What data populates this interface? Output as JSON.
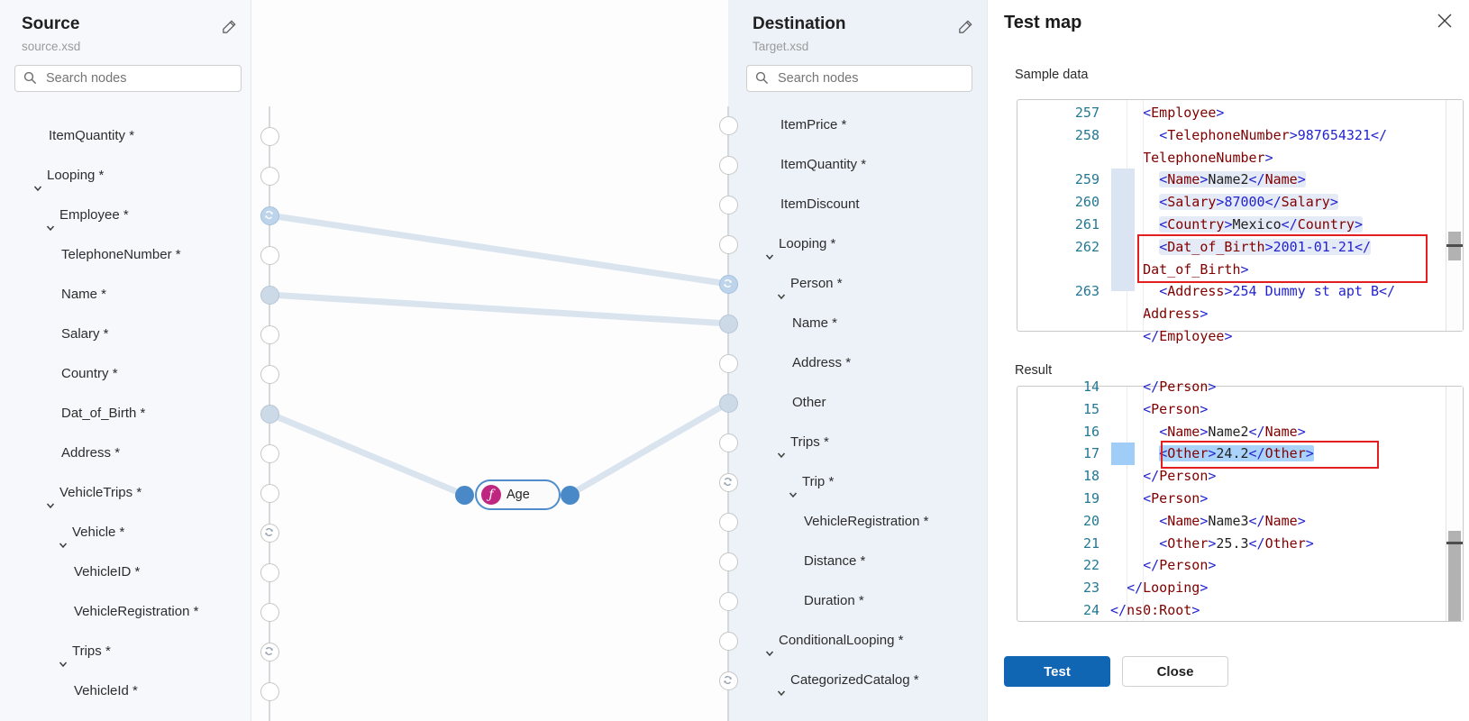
{
  "source_panel": {
    "title": "Source",
    "subtitle": "source.xsd",
    "search_placeholder": "Search nodes",
    "tree": [
      {
        "label": "ItemQuantity *",
        "level": 2,
        "leaf": true,
        "handle": "plain"
      },
      {
        "label": "Looping *",
        "level": 1,
        "leaf": false,
        "handle": "plain"
      },
      {
        "label": "Employee *",
        "level": 2,
        "leaf": false,
        "handle": "loop-active"
      },
      {
        "label": "TelephoneNumber *",
        "level": 3,
        "leaf": true,
        "handle": "plain"
      },
      {
        "label": "Name *",
        "level": 3,
        "leaf": true,
        "handle": "filled"
      },
      {
        "label": "Salary *",
        "level": 3,
        "leaf": true,
        "handle": "plain"
      },
      {
        "label": "Country *",
        "level": 3,
        "leaf": true,
        "handle": "plain"
      },
      {
        "label": "Dat_of_Birth *",
        "level": 3,
        "leaf": true,
        "handle": "filled"
      },
      {
        "label": "Address *",
        "level": 3,
        "leaf": true,
        "handle": "plain"
      },
      {
        "label": "VehicleTrips *",
        "level": 2,
        "leaf": false,
        "handle": "plain"
      },
      {
        "label": "Vehicle *",
        "level": 3,
        "leaf": false,
        "handle": "loop"
      },
      {
        "label": "VehicleID *",
        "level": 4,
        "leaf": true,
        "handle": "plain"
      },
      {
        "label": "VehicleRegistration *",
        "level": 4,
        "leaf": true,
        "handle": "plain"
      },
      {
        "label": "Trips *",
        "level": 3,
        "leaf": false,
        "handle": "loop"
      },
      {
        "label": "VehicleId *",
        "level": 4,
        "leaf": true,
        "handle": "plain"
      }
    ]
  },
  "destination_panel": {
    "title": "Destination",
    "subtitle": "Target.xsd",
    "search_placeholder": "Search nodes",
    "tree": [
      {
        "label": "ItemPrice *",
        "level": 2,
        "leaf": true,
        "handle": "plain"
      },
      {
        "label": "ItemQuantity *",
        "level": 2,
        "leaf": true,
        "handle": "plain"
      },
      {
        "label": "ItemDiscount",
        "level": 2,
        "leaf": true,
        "handle": "plain"
      },
      {
        "label": "Looping *",
        "level": 1,
        "leaf": false,
        "handle": "plain"
      },
      {
        "label": "Person *",
        "level": 2,
        "leaf": false,
        "handle": "loop-active"
      },
      {
        "label": "Name *",
        "level": 3,
        "leaf": true,
        "handle": "filled"
      },
      {
        "label": "Address *",
        "level": 3,
        "leaf": true,
        "handle": "plain"
      },
      {
        "label": "Other",
        "level": 3,
        "leaf": true,
        "handle": "filled"
      },
      {
        "label": "Trips *",
        "level": 2,
        "leaf": false,
        "handle": "plain"
      },
      {
        "label": "Trip *",
        "level": 3,
        "leaf": false,
        "handle": "loop"
      },
      {
        "label": "VehicleRegistration *",
        "level": 4,
        "leaf": true,
        "handle": "plain"
      },
      {
        "label": "Distance *",
        "level": 4,
        "leaf": true,
        "handle": "plain"
      },
      {
        "label": "Duration *",
        "level": 4,
        "leaf": true,
        "handle": "plain"
      },
      {
        "label": "ConditionalLooping *",
        "level": 1,
        "leaf": false,
        "handle": "plain"
      },
      {
        "label": "CategorizedCatalog *",
        "level": 2,
        "leaf": false,
        "handle": "loop"
      }
    ]
  },
  "canvas": {
    "function_node": {
      "label": "Age",
      "icon": "function-icon"
    },
    "connections": [
      {
        "from": "source:2",
        "to": "dest:4"
      },
      {
        "from": "source:4",
        "to": "dest:5"
      },
      {
        "from": "source:7",
        "to": "fn:left"
      },
      {
        "from": "fn:right",
        "to": "dest:7"
      }
    ]
  },
  "test_panel": {
    "title": "Test map",
    "sample_label": "Sample data",
    "result_label": "Result",
    "test_button": "Test",
    "close_button": "Close",
    "sample_editor": {
      "lines": [
        {
          "n": "257",
          "ind": 2,
          "seg": [
            [
              "d",
              "<"
            ],
            [
              "t",
              "Employee"
            ],
            [
              "d",
              ">"
            ]
          ]
        },
        {
          "n": "258",
          "ind": 3,
          "seg": [
            [
              "d",
              "<"
            ],
            [
              "t",
              "TelephoneNumber"
            ],
            [
              "d",
              ">"
            ],
            [
              "b",
              "987654321"
            ],
            [
              "d",
              "</"
            ]
          ]
        },
        {
          "n": "",
          "ind": 2,
          "seg": [
            [
              "t",
              "TelephoneNumber"
            ],
            [
              "d",
              ">"
            ]
          ]
        },
        {
          "n": "259",
          "ind": 3,
          "hl": 1,
          "seg": [
            [
              "d",
              "<"
            ],
            [
              "t",
              "Name"
            ],
            [
              "d",
              ">"
            ],
            [
              "v",
              "Name2"
            ],
            [
              "d",
              "</"
            ],
            [
              "t",
              "Name"
            ],
            [
              "d",
              ">"
            ]
          ]
        },
        {
          "n": "260",
          "ind": 3,
          "hl": 1,
          "seg": [
            [
              "d",
              "<"
            ],
            [
              "t",
              "Salary"
            ],
            [
              "d",
              ">"
            ],
            [
              "b",
              "87000"
            ],
            [
              "d",
              "</"
            ],
            [
              "t",
              "Salary"
            ],
            [
              "d",
              ">"
            ]
          ]
        },
        {
          "n": "261",
          "ind": 3,
          "hl": 1,
          "seg": [
            [
              "d",
              "<"
            ],
            [
              "t",
              "Country"
            ],
            [
              "d",
              ">"
            ],
            [
              "v",
              "Mexico"
            ],
            [
              "d",
              "</"
            ],
            [
              "t",
              "Country"
            ],
            [
              "d",
              ">"
            ]
          ]
        },
        {
          "n": "262",
          "ind": 3,
          "hl": 1,
          "seg": [
            [
              "d",
              "<"
            ],
            [
              "t",
              "Dat_of_Birth"
            ],
            [
              "d",
              ">"
            ],
            [
              "b",
              "2001-01-21"
            ],
            [
              "d",
              "</"
            ]
          ]
        },
        {
          "n": "",
          "ind": 2,
          "seg": [
            [
              "t",
              "Dat_of_Birth"
            ],
            [
              "d",
              ">"
            ]
          ]
        },
        {
          "n": "263",
          "ind": 3,
          "seg": [
            [
              "d",
              "<"
            ],
            [
              "t",
              "Address"
            ],
            [
              "d",
              ">"
            ],
            [
              "b",
              "254 Dummy st apt B"
            ],
            [
              "d",
              "</"
            ]
          ]
        },
        {
          "n": "",
          "ind": 2,
          "seg": [
            [
              "t",
              "Address"
            ],
            [
              "d",
              ">"
            ]
          ]
        },
        {
          "n": "",
          "ind": 2,
          "seg": [
            [
              "d",
              "</"
            ],
            [
              "t",
              "Employee"
            ],
            [
              "d",
              ">"
            ]
          ]
        }
      ]
    },
    "result_editor": {
      "lines": [
        {
          "n": "14",
          "ind": 2,
          "seg": [
            [
              "d",
              "</"
            ],
            [
              "t",
              "Person"
            ],
            [
              "d",
              ">"
            ]
          ]
        },
        {
          "n": "15",
          "ind": 2,
          "seg": [
            [
              "d",
              "<"
            ],
            [
              "t",
              "Person"
            ],
            [
              "d",
              ">"
            ]
          ]
        },
        {
          "n": "16",
          "ind": 3,
          "seg": [
            [
              "d",
              "<"
            ],
            [
              "t",
              "Name"
            ],
            [
              "d",
              ">"
            ],
            [
              "v",
              "Name2"
            ],
            [
              "d",
              "</"
            ],
            [
              "t",
              "Name"
            ],
            [
              "d",
              ">"
            ]
          ]
        },
        {
          "n": "17",
          "ind": 3,
          "sel": 1,
          "seg": [
            [
              "d",
              "<"
            ],
            [
              "t",
              "Other"
            ],
            [
              "d",
              ">"
            ],
            [
              "v",
              "24.2"
            ],
            [
              "d",
              "</"
            ],
            [
              "t",
              "Other"
            ],
            [
              "d",
              ">"
            ]
          ]
        },
        {
          "n": "18",
          "ind": 2,
          "seg": [
            [
              "d",
              "</"
            ],
            [
              "t",
              "Person"
            ],
            [
              "d",
              ">"
            ]
          ]
        },
        {
          "n": "19",
          "ind": 2,
          "seg": [
            [
              "d",
              "<"
            ],
            [
              "t",
              "Person"
            ],
            [
              "d",
              ">"
            ]
          ]
        },
        {
          "n": "20",
          "ind": 3,
          "seg": [
            [
              "d",
              "<"
            ],
            [
              "t",
              "Name"
            ],
            [
              "d",
              ">"
            ],
            [
              "v",
              "Name3"
            ],
            [
              "d",
              "</"
            ],
            [
              "t",
              "Name"
            ],
            [
              "d",
              ">"
            ]
          ]
        },
        {
          "n": "21",
          "ind": 3,
          "seg": [
            [
              "d",
              "<"
            ],
            [
              "t",
              "Other"
            ],
            [
              "d",
              ">"
            ],
            [
              "v",
              "25.3"
            ],
            [
              "d",
              "</"
            ],
            [
              "t",
              "Other"
            ],
            [
              "d",
              ">"
            ]
          ]
        },
        {
          "n": "22",
          "ind": 2,
          "seg": [
            [
              "d",
              "</"
            ],
            [
              "t",
              "Person"
            ],
            [
              "d",
              ">"
            ]
          ]
        },
        {
          "n": "23",
          "ind": 1,
          "seg": [
            [
              "d",
              "</"
            ],
            [
              "t",
              "Looping"
            ],
            [
              "d",
              ">"
            ]
          ]
        },
        {
          "n": "24",
          "ind": 0,
          "seg": [
            [
              "d",
              "</"
            ],
            [
              "t",
              "ns0:Root"
            ],
            [
              "d",
              ">"
            ]
          ]
        }
      ]
    }
  },
  "colors": {
    "accent": "#1166b4",
    "tag": "#800000",
    "delimiter": "#2323cf",
    "line_number": "#237893",
    "row_highlight": "#e4eaf6",
    "selection": "#a9d3fb",
    "red_box": "#e31e1e",
    "edge": "#dae4ee",
    "function_icon_bg": "#bf2680"
  }
}
